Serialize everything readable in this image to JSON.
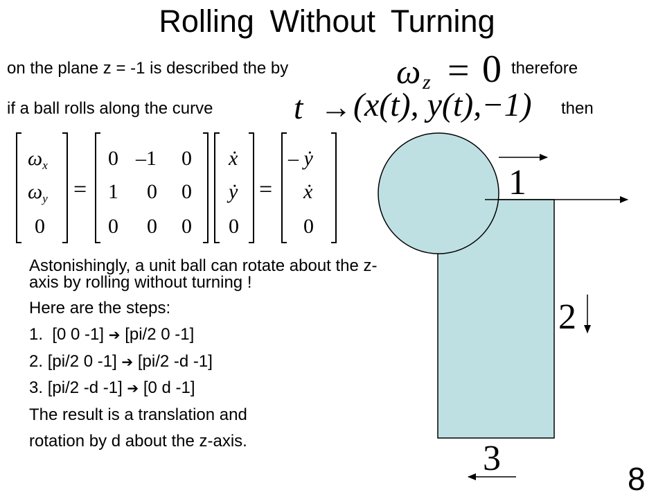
{
  "slide": {
    "title": "Rolling Without Turning",
    "line1": {
      "prefix": "on the plane z = -1 is described the by",
      "equation": {
        "lhs": "ω",
        "subscript": "z",
        "equals": "=",
        "rhs": "0"
      },
      "suffix": "therefore"
    },
    "line2": {
      "prefix": "if a ball rolls along the curve",
      "curve": {
        "t": "t",
        "arrow": "→",
        "tuple": "(x(t), y(t),−1)"
      },
      "suffix": "then"
    },
    "matrix_equation": {
      "omega_vector": [
        {
          "base": "ω",
          "sub": "x"
        },
        {
          "base": "ω",
          "sub": "y"
        },
        {
          "base": "0",
          "sub": ""
        }
      ],
      "eq1": "=",
      "matrix": [
        [
          "0",
          "–1",
          "0"
        ],
        [
          "1",
          "0",
          "0"
        ],
        [
          "0",
          "0",
          "0"
        ]
      ],
      "velocity_vector": [
        "ẋ",
        "ẏ",
        "0"
      ],
      "eq2": "=",
      "result_vector": [
        "– ẏ",
        "ẋ",
        "0"
      ]
    },
    "body": {
      "intro": "Astonishingly, a unit ball can rotate about the z-axis by rolling without turning !",
      "steps_heading": "Here are the steps:",
      "steps": [
        {
          "num": "1.",
          "from": "[0 0 -1]",
          "to": "[pi/2 0 -1]"
        },
        {
          "num": "2.",
          "from": "[pi/2 0 -1]",
          "to": "[pi/2 -d -1]"
        },
        {
          "num": "3.",
          "from": "[pi/2 -d -1]",
          "to": "[0 d -1]"
        }
      ],
      "conclusion_line1": "The result is a translation and",
      "conclusion_line2": "rotation by d about the z-axis."
    },
    "diagram": {
      "fill_color": "#bfe0e2",
      "stroke_color": "#000000",
      "label_1": "1",
      "label_2": "2",
      "label_3": "3"
    },
    "slide_number": "8"
  }
}
